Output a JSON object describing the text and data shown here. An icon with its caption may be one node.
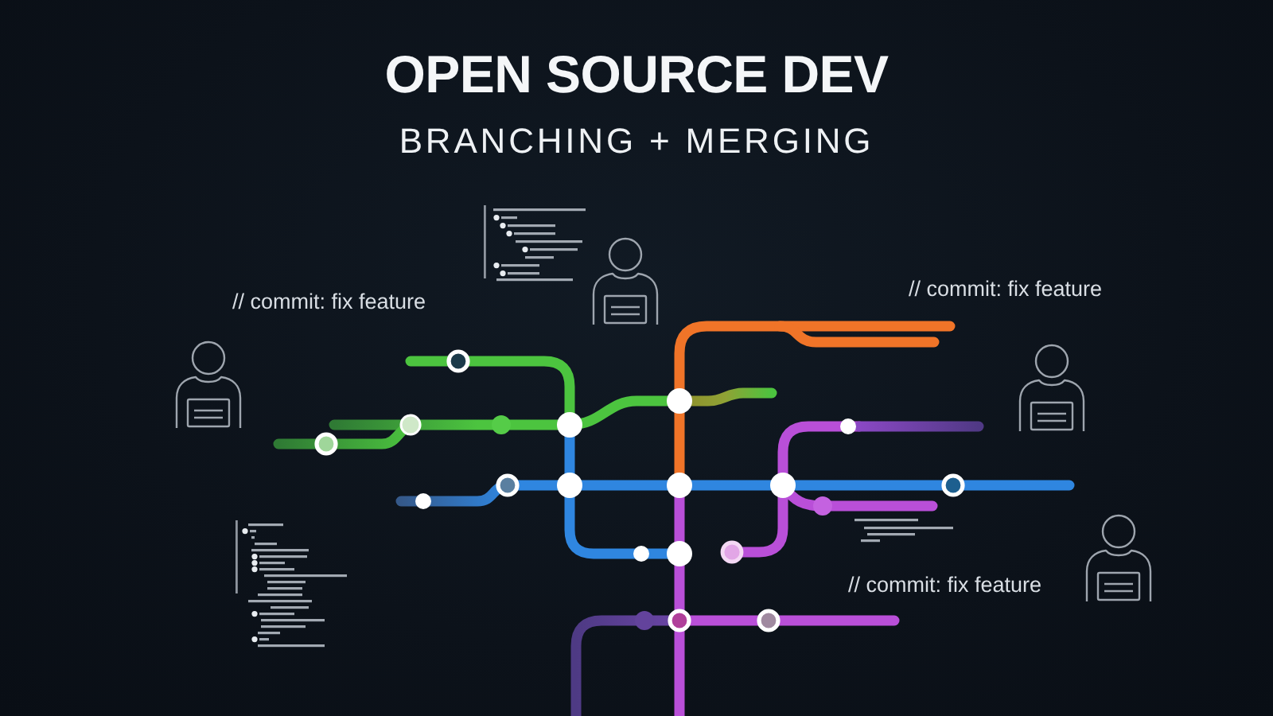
{
  "diagram": {
    "title": "OPEN SOURCE DEV",
    "labels": [
      "BRANCHING + MERGING",
      "// commit: fix feature",
      "// commit: fix feature",
      "// commit: fix feature"
    ]
  }
}
